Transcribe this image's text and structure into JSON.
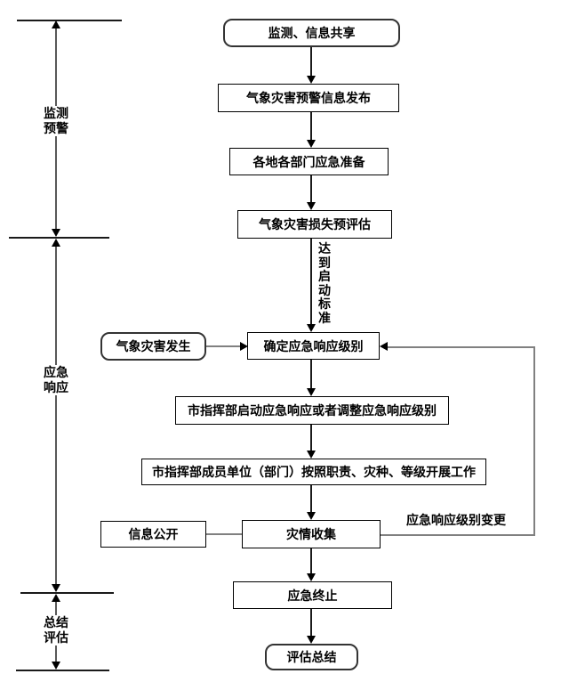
{
  "colors": {
    "background": "#ffffff",
    "box_border": "#000000",
    "rounded_box_border": "#333333",
    "flow_line": "#1a1a1a",
    "side_connector_line": "#808080",
    "axis_line": "#595959",
    "text": "#000000"
  },
  "phases": {
    "monitoring": "监测\n预警",
    "response": "应急\n响应",
    "summary": "总结\n评估"
  },
  "nodes": {
    "monitoring_sharing": "监测、信息共享",
    "warning_release": "气象灾害预警信息发布",
    "emergency_preparation": "各地各部门应急准备",
    "loss_pre_assessment": "气象灾害损失预评估",
    "determine_level": "确定应急响应级别",
    "start_or_adjust": "市指挥部启动应急响应或者调整应急响应级别",
    "member_units_work": "市指挥部成员单位（部门）按照职责、灾种、等级开展工作",
    "disaster_collection": "灾情收集",
    "emergency_termination": "应急终止",
    "evaluation_summary": "评估总结",
    "disaster_occurs": "气象灾害发生",
    "info_disclosure": "信息公开"
  },
  "edge_labels": {
    "threshold": "达到启动标准",
    "level_change": "应急响应级别变更"
  }
}
